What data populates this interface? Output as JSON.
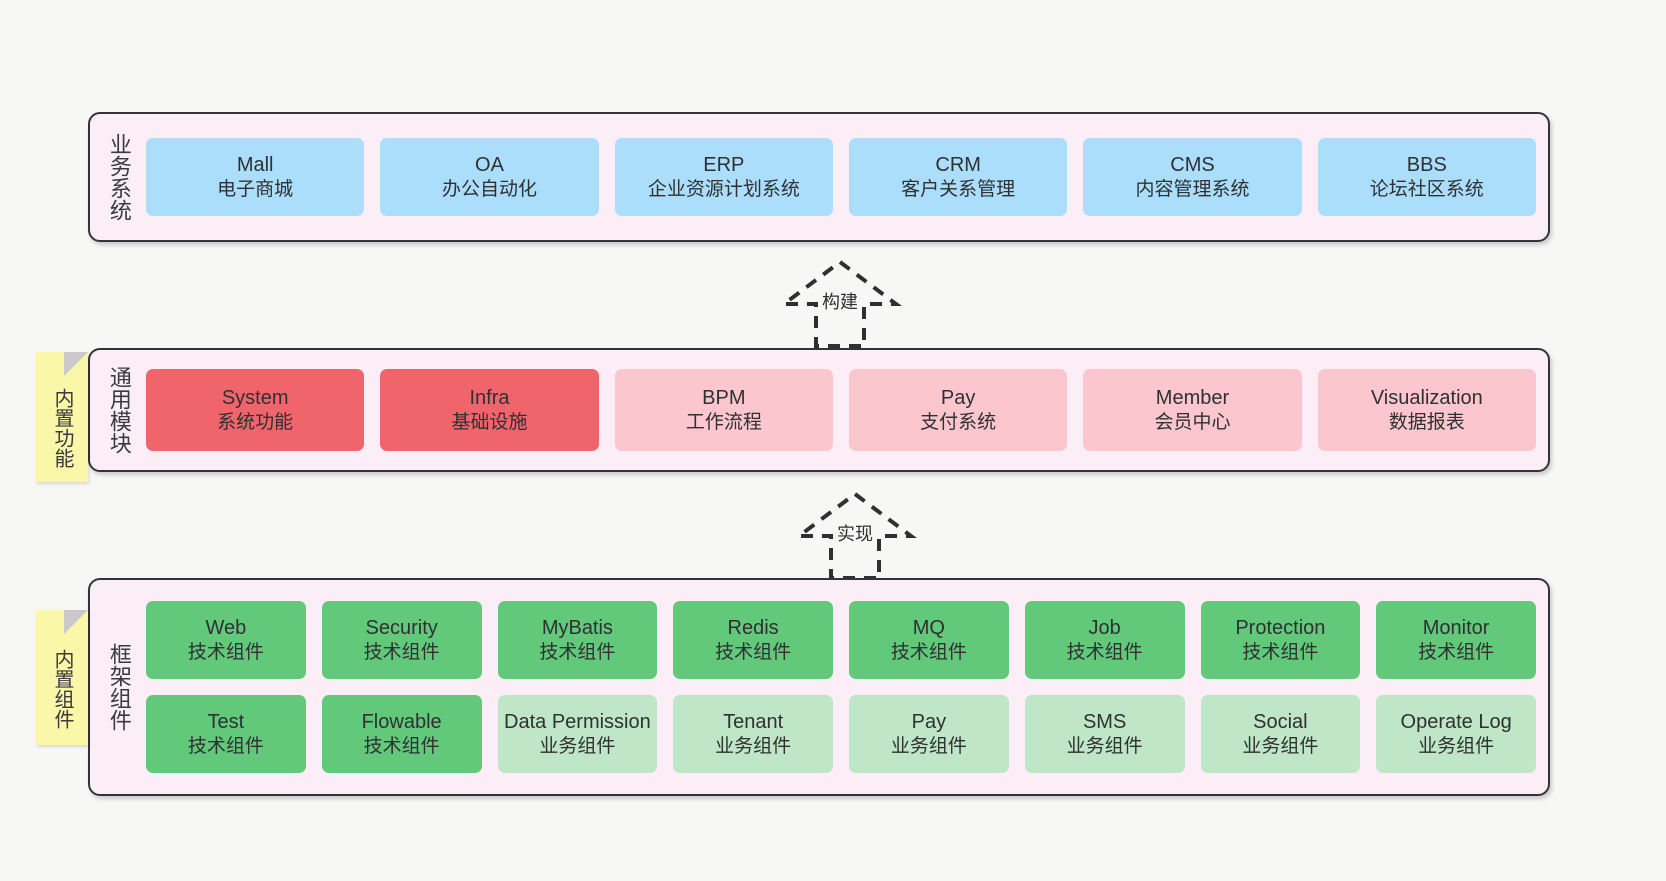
{
  "diagram": {
    "background_color": "#f7f7f5",
    "panel_color": "#fbeef7",
    "panel_border_color": "#33343a"
  },
  "layers": [
    {
      "key": "business",
      "title": "业务系统",
      "rows": [
        [
          {
            "name": "Mall",
            "sub": "电子商城",
            "color": "#abdefa"
          },
          {
            "name": "OA",
            "sub": "办公自动化",
            "color": "#abdefa"
          },
          {
            "name": "ERP",
            "sub": "企业资源计划系统",
            "color": "#abdefa"
          },
          {
            "name": "CRM",
            "sub": "客户关系管理",
            "color": "#abdefa"
          },
          {
            "name": "CMS",
            "sub": "内容管理系统",
            "color": "#abdefa"
          },
          {
            "name": "BBS",
            "sub": "论坛社区系统",
            "color": "#abdefa"
          }
        ]
      ]
    },
    {
      "key": "module",
      "title": "通用模块",
      "note": "内置功能",
      "rows": [
        [
          {
            "name": "System",
            "sub": "系统功能",
            "color": "#f0656b"
          },
          {
            "name": "Infra",
            "sub": "基础设施",
            "color": "#f0656b"
          },
          {
            "name": "BPM",
            "sub": "工作流程",
            "color": "#fbc6ce"
          },
          {
            "name": "Pay",
            "sub": "支付系统",
            "color": "#fbc6ce"
          },
          {
            "name": "Member",
            "sub": "会员中心",
            "color": "#fbc6ce"
          },
          {
            "name": "Visualization",
            "sub": "数据报表",
            "color": "#fbc6ce"
          }
        ]
      ]
    },
    {
      "key": "framework",
      "title": "框架组件",
      "note": "内置组件",
      "rows": [
        [
          {
            "name": "Web",
            "sub": "技术组件",
            "color": "#62c97a"
          },
          {
            "name": "Security",
            "sub": "技术组件",
            "color": "#62c97a"
          },
          {
            "name": "MyBatis",
            "sub": "技术组件",
            "color": "#62c97a"
          },
          {
            "name": "Redis",
            "sub": "技术组件",
            "color": "#62c97a"
          },
          {
            "name": "MQ",
            "sub": "技术组件",
            "color": "#62c97a"
          },
          {
            "name": "Job",
            "sub": "技术组件",
            "color": "#62c97a"
          },
          {
            "name": "Protection",
            "sub": "技术组件",
            "color": "#62c97a"
          },
          {
            "name": "Monitor",
            "sub": "技术组件",
            "color": "#62c97a"
          }
        ],
        [
          {
            "name": "Test",
            "sub": "技术组件",
            "color": "#62c97a"
          },
          {
            "name": "Flowable",
            "sub": "技术组件",
            "color": "#62c97a"
          },
          {
            "name": "Data Permission",
            "sub": "业务组件",
            "color": "#bfe6c6"
          },
          {
            "name": "Tenant",
            "sub": "业务组件",
            "color": "#bfe6c6"
          },
          {
            "name": "Pay",
            "sub": "业务组件",
            "color": "#bfe6c6"
          },
          {
            "name": "SMS",
            "sub": "业务组件",
            "color": "#bfe6c6"
          },
          {
            "name": "Social",
            "sub": "业务组件",
            "color": "#bfe6c6"
          },
          {
            "name": "Operate Log",
            "sub": "业务组件",
            "color": "#bfe6c6"
          }
        ]
      ]
    }
  ],
  "connectors": [
    {
      "key": "build",
      "label": "构建"
    },
    {
      "key": "implement",
      "label": "实现"
    }
  ]
}
